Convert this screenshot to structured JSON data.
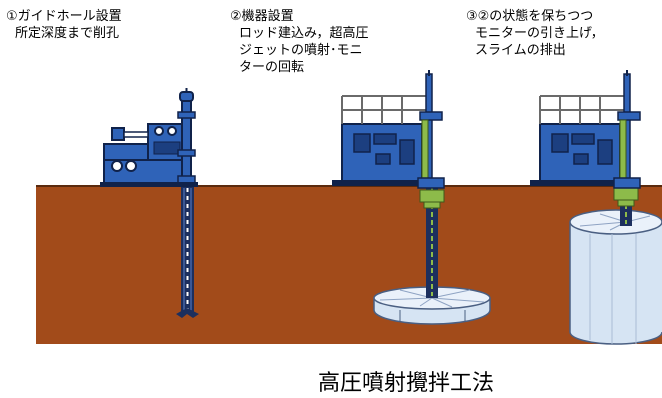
{
  "steps": [
    {
      "line1": "①ガイドホール設置",
      "line2": "所定深度まで削孔",
      "line3": "",
      "line4": ""
    },
    {
      "line1": "②機器設置",
      "line2": "ロッド建込み，超高圧",
      "line3": "ジェットの噴射･モニ",
      "line4": "ターの回転"
    },
    {
      "line1": "③②の状態を保ちつつ",
      "line2": "モニターの引き上げ，",
      "line3": "スライムの排出",
      "line4": ""
    }
  ],
  "title": "高圧噴射攪拌工法",
  "colors": {
    "soil": "#a24b1a",
    "machine": "#2f63b8",
    "machine_outline": "#10224a",
    "rod_green": "#8dbb4a",
    "column": "#d6e4f3",
    "column_edge": "#4a5f82"
  }
}
